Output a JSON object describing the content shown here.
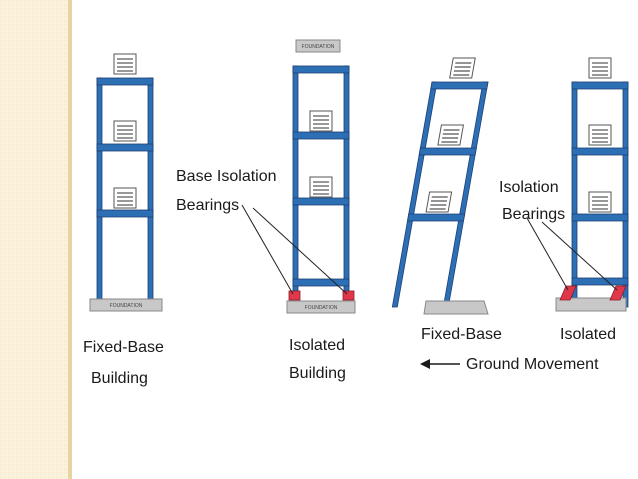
{
  "colors": {
    "side_strip": "#fbf2dc",
    "side_dots": "#f0dfb6",
    "side_border": "#e8d3a4",
    "frame": "#2d6fb4",
    "frame_dark": "#1e3f73",
    "foundation": "#c8c8c8",
    "bearing": "#e0384a"
  },
  "labels": {
    "fixed_base_1_line1": "Fixed-Base",
    "fixed_base_1_line2": "Building",
    "isolated_1_line1": "Isolated",
    "isolated_1_line2": "Building",
    "base_isolation_line1": "Base Isolation",
    "base_isolation_line2": "Bearings",
    "fixed_base_2": "Fixed-Base",
    "isolated_2": "Isolated",
    "isolation_bearings_line1": "Isolation",
    "isolation_bearings_line2": "Bearings",
    "ground_movement": "Ground Movement",
    "foundation": "FOUNDATION"
  },
  "icons": {
    "ground_arrow": "arrow-left-icon",
    "furniture": "window-unit-icon"
  }
}
